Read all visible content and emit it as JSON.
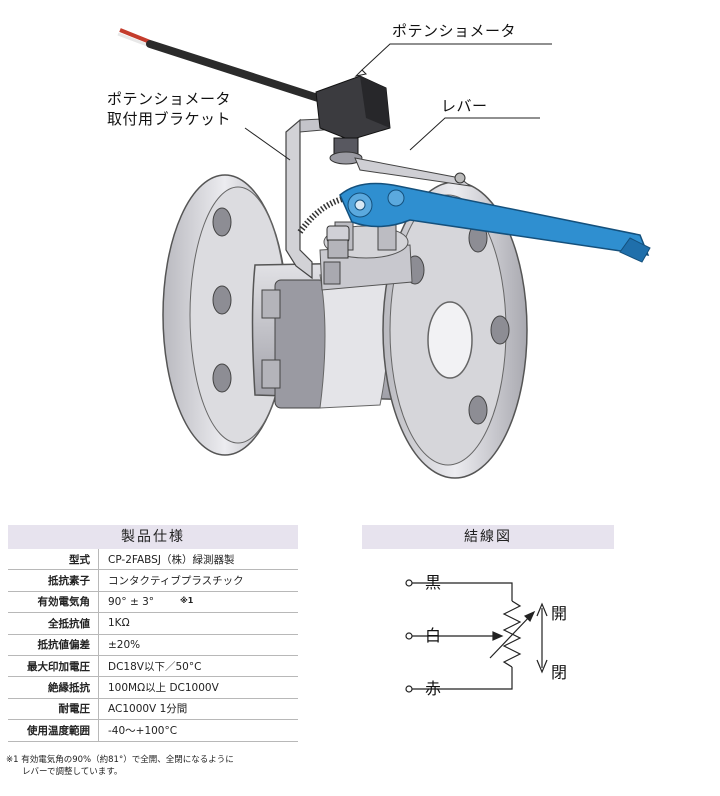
{
  "callouts": {
    "potentiometer": "ポテンショメータ",
    "bracket_line1": "ポテンショメータ",
    "bracket_line2": "取付用ブラケット",
    "lever": "レバー"
  },
  "spec": {
    "title": "製品仕様",
    "rows": [
      {
        "key": "型式",
        "value": "CP-2FABSJ（株）緑測器製"
      },
      {
        "key": "抵抗素子",
        "value": "コンタクティブプラスチック"
      },
      {
        "key": "有効電気角",
        "value": "90°  ± 3°"
      },
      {
        "key": "全抵抗値",
        "value": "1KΩ"
      },
      {
        "key": "抵抗値偏差",
        "value": "±20%"
      },
      {
        "key": "最大印加電圧",
        "value": "DC18V以下／50°C"
      },
      {
        "key": "絶縁抵抗",
        "value": "100MΩ以上 DC1000V"
      },
      {
        "key": "耐電圧",
        "value": "AC1000V 1分間"
      },
      {
        "key": "使用温度範囲",
        "value": "-40～+100°C"
      }
    ],
    "footnote_mark": "※1",
    "note_line1": "※1 有効電気角の90%（約81°）で全開、全閉になるように",
    "note_line2": "レバーで調整しています。"
  },
  "wiring": {
    "title": "結線図",
    "black": "黒",
    "white": "白",
    "red": "赤",
    "open": "開",
    "closed": "閉"
  },
  "colors": {
    "lever": "#2f8fd0",
    "header_bg": "#e7e3ee",
    "body_metal": "#d8d8dc"
  }
}
